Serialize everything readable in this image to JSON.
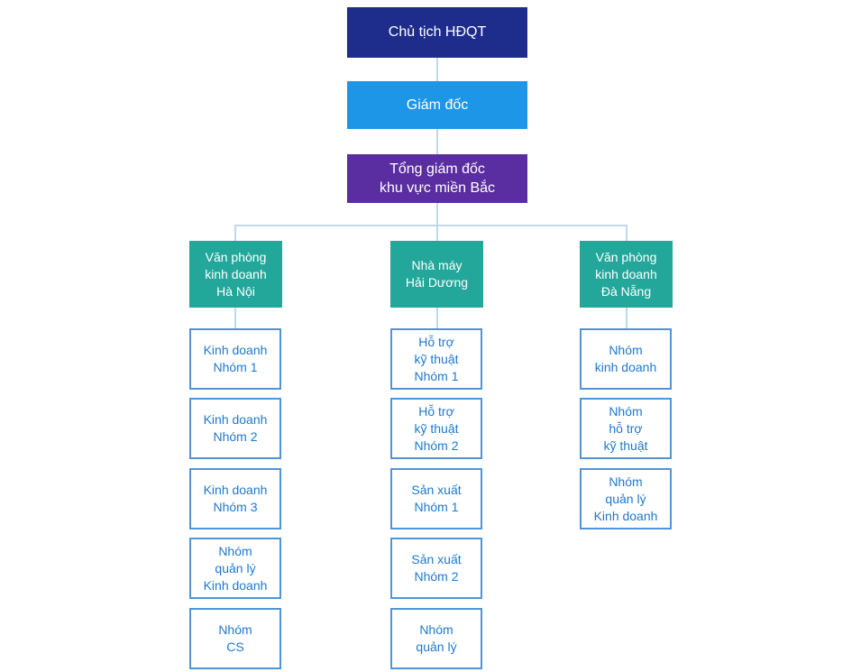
{
  "palette": {
    "chairman_bg": "#1E2D8C",
    "director_bg": "#1E96E8",
    "regional_director_bg": "#5A2DA0",
    "branch_bg": "#23A79B",
    "leaf_border": "#5094D8",
    "leaf_text": "#1E78CE",
    "connector_line": "#BFD8EA",
    "page_background": "#FFFFFF"
  },
  "chart": {
    "type": "org-chart",
    "chairman": {
      "label": "Chủ tịch HĐQT"
    },
    "director": {
      "label": "Giám đốc"
    },
    "regional_director": {
      "label": "Tổng giám đốc\nkhu vực miền Bắc"
    },
    "branches": [
      {
        "label": "Văn phòng\nkinh doanh\nHà Nội",
        "children": [
          {
            "label": "Kinh doanh\nNhóm 1"
          },
          {
            "label": "Kinh doanh\nNhóm 2"
          },
          {
            "label": "Kinh doanh\nNhóm 3"
          },
          {
            "label": "Nhóm\nquản lý\nKinh doanh"
          },
          {
            "label": "Nhóm\nCS"
          }
        ]
      },
      {
        "label": "Nhà máy\nHải Dương",
        "children": [
          {
            "label": "Hỗ trợ\nkỹ thuật\nNhóm 1"
          },
          {
            "label": "Hỗ trợ\nkỹ thuật\nNhóm 2"
          },
          {
            "label": "Sản xuất\nNhóm 1"
          },
          {
            "label": "Sản xuất\nNhóm 2"
          },
          {
            "label": "Nhóm\nquản lý"
          }
        ]
      },
      {
        "label": "Văn phòng\nkinh doanh\nĐà Nẵng",
        "children": [
          {
            "label": "Nhóm\nkinh doanh"
          },
          {
            "label": "Nhóm\nhỗ trợ\nkỹ thuật"
          },
          {
            "label": "Nhóm\nquản lý\nKinh doanh"
          }
        ]
      }
    ]
  }
}
